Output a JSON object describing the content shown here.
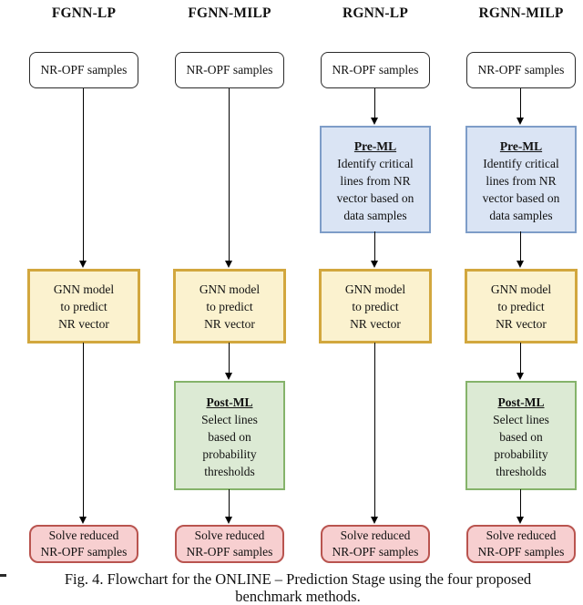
{
  "columns": [
    {
      "header": "FGNN-LP",
      "input": {
        "label": "NR-OPF samples"
      },
      "gnn": {
        "lines": [
          "GNN model",
          "to predict",
          "NR vector"
        ]
      },
      "output": {
        "lines": [
          "Solve reduced",
          "NR-OPF samples"
        ]
      }
    },
    {
      "header": "FGNN-MILP",
      "input": {
        "label": "NR-OPF samples"
      },
      "gnn": {
        "lines": [
          "GNN model",
          "to predict",
          "NR vector"
        ]
      },
      "post_ml": {
        "title": "Post-ML",
        "lines": [
          "Select lines",
          "based on",
          "probability",
          "thresholds"
        ]
      },
      "output": {
        "lines": [
          "Solve reduced",
          "NR-OPF samples"
        ]
      }
    },
    {
      "header": "RGNN-LP",
      "input": {
        "label": "NR-OPF samples"
      },
      "pre_ml": {
        "title": "Pre-ML",
        "lines": [
          "Identify critical",
          "lines from NR",
          "vector based on",
          "data samples"
        ]
      },
      "gnn": {
        "lines": [
          "GNN model",
          "to predict",
          "NR vector"
        ]
      },
      "output": {
        "lines": [
          "Solve reduced",
          "NR-OPF samples"
        ]
      }
    },
    {
      "header": "RGNN-MILP",
      "input": {
        "label": "NR-OPF samples"
      },
      "pre_ml": {
        "title": "Pre-ML",
        "lines": [
          "Identify critical",
          "lines from NR",
          "vector based on",
          "data samples"
        ]
      },
      "gnn": {
        "lines": [
          "GNN model",
          "to predict",
          "NR vector"
        ]
      },
      "post_ml": {
        "title": "Post-ML",
        "lines": [
          "Select lines",
          "based on",
          "probability",
          "thresholds"
        ]
      },
      "output": {
        "lines": [
          "Solve reduced",
          "NR-OPF samples"
        ]
      }
    }
  ],
  "caption": {
    "line1": "Fig. 4. Flowchart for the ONLINE – Prediction Stage using the four proposed",
    "line2": "benchmark methods."
  },
  "colors": {
    "pre_ml_fill": "#dae4f4",
    "pre_ml_border": "#7e9dc8",
    "gnn_fill": "#fbf2cf",
    "gnn_border": "#d2a73e",
    "post_ml_fill": "#dcead4",
    "post_ml_border": "#85b36a",
    "output_fill": "#f7cfd0",
    "output_border": "#b9544f",
    "input_border": "#2b2b2b",
    "arrow": "#000000"
  }
}
